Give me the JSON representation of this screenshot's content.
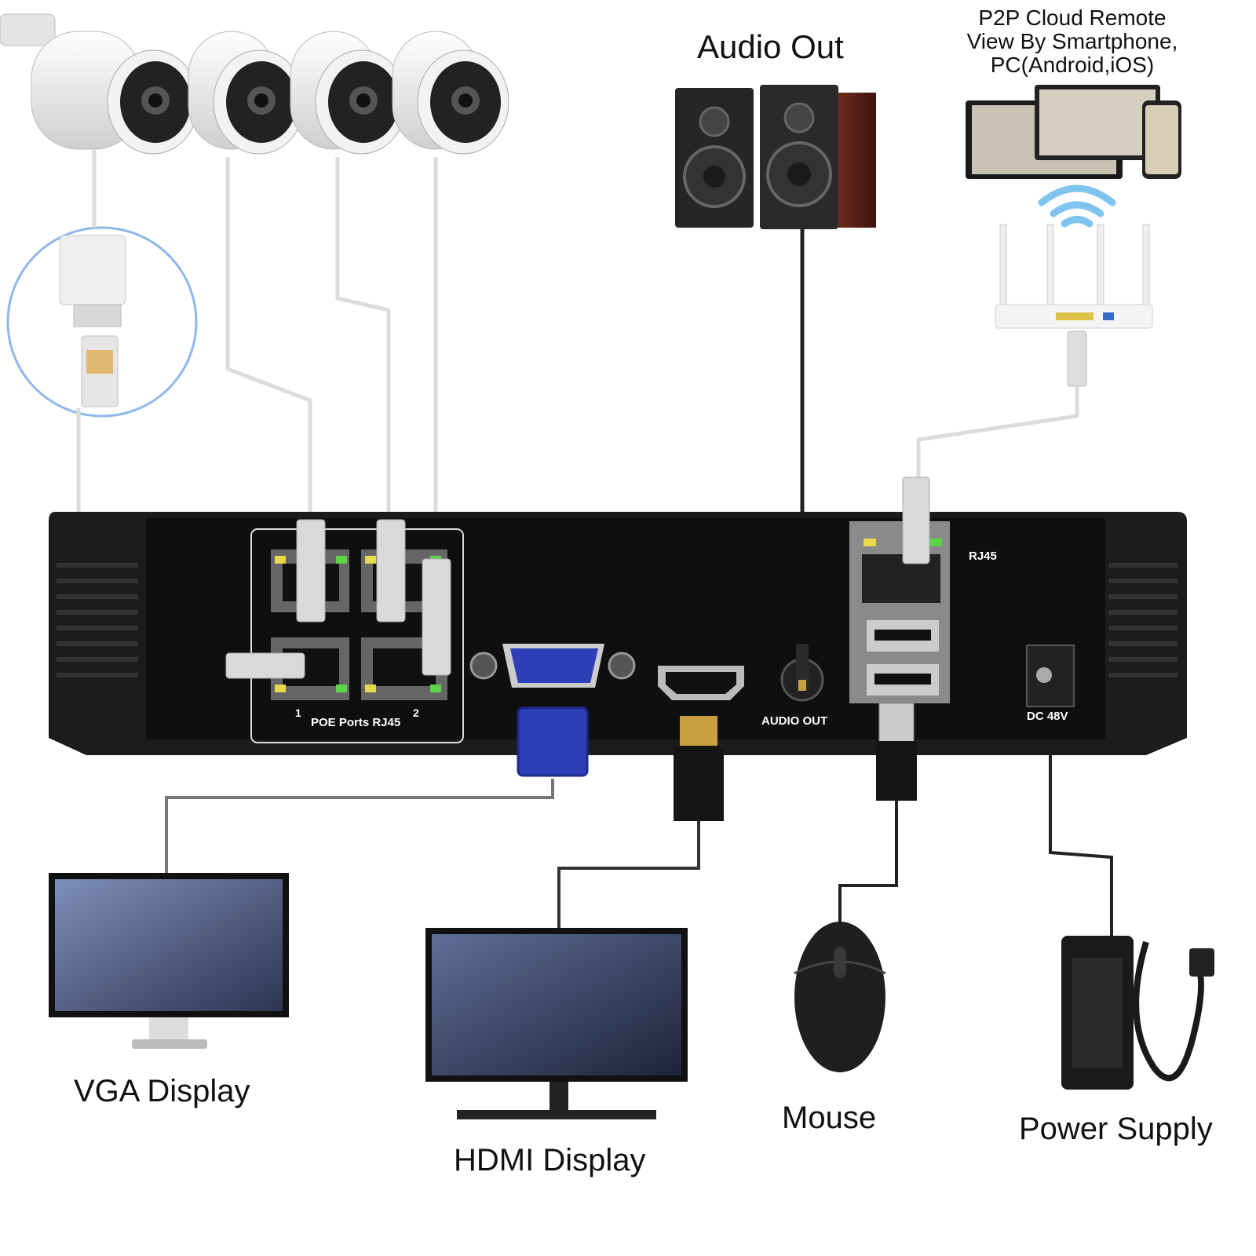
{
  "labels": {
    "audio_out_title": "Audio Out",
    "p2p_line1": "P2P Cloud Remote",
    "p2p_line2": "View By Smartphone,",
    "p2p_line3": "PC(Android,iOS)",
    "vga_display": "VGA Display",
    "hdmi_display": "HDMI Display",
    "mouse": "Mouse",
    "power_supply": "Power Supply"
  },
  "nvr_panel": {
    "poe_ports_label": "POE Ports RJ45",
    "port_1": "1",
    "port_2": "2",
    "audio_out_port": "AUDIO OUT",
    "rj45_label": "RJ45",
    "dc_label": "DC 48V"
  },
  "colors": {
    "nvr_body": "#1c1c1c",
    "cable": "#dcdcdc",
    "vga_blue": "#2f3fb8",
    "wifi_blue": "#7fc4ee",
    "port_led_yellow": "#e8d84a",
    "port_led_green": "#5fd34a"
  },
  "icons": [
    "camera-icon",
    "speaker-icon",
    "router-icon",
    "monitor-icon",
    "mouse-icon",
    "power-adapter-icon",
    "wifi-icon"
  ]
}
